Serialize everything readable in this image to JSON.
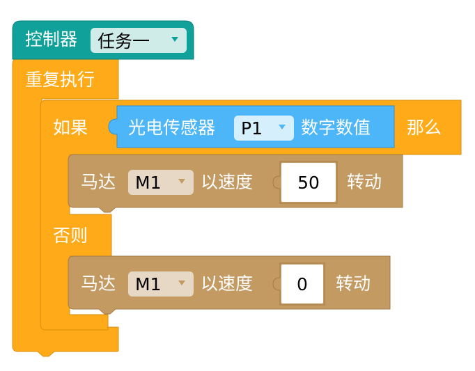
{
  "colors": {
    "controller_block": "#0fa19a",
    "loop_block": "#ffab19",
    "sensor_block": "#4db6f9",
    "motor_block": "#c49a63",
    "dropdown_controller_bg": "#cfece9",
    "dropdown_sensor_bg": "#d6effd",
    "dropdown_motor_bg": "#e6d8c4"
  },
  "controller": {
    "label": "控制器",
    "task_dropdown": "任务一"
  },
  "loop": {
    "label": "重复执行"
  },
  "if_block": {
    "if_label": "如果",
    "then_label": "那么",
    "else_label": "否则",
    "condition": {
      "sensor_label": "光电传感器",
      "port_dropdown": "P1",
      "value_label": "数字数值"
    }
  },
  "motor_then": {
    "label": "马达",
    "motor_dropdown": "M1",
    "speed_label": "以速度",
    "speed_value": "50",
    "action_label": "转动"
  },
  "motor_else": {
    "label": "马达",
    "motor_dropdown": "M1",
    "speed_label": "以速度",
    "speed_value": "0",
    "action_label": "转动"
  }
}
